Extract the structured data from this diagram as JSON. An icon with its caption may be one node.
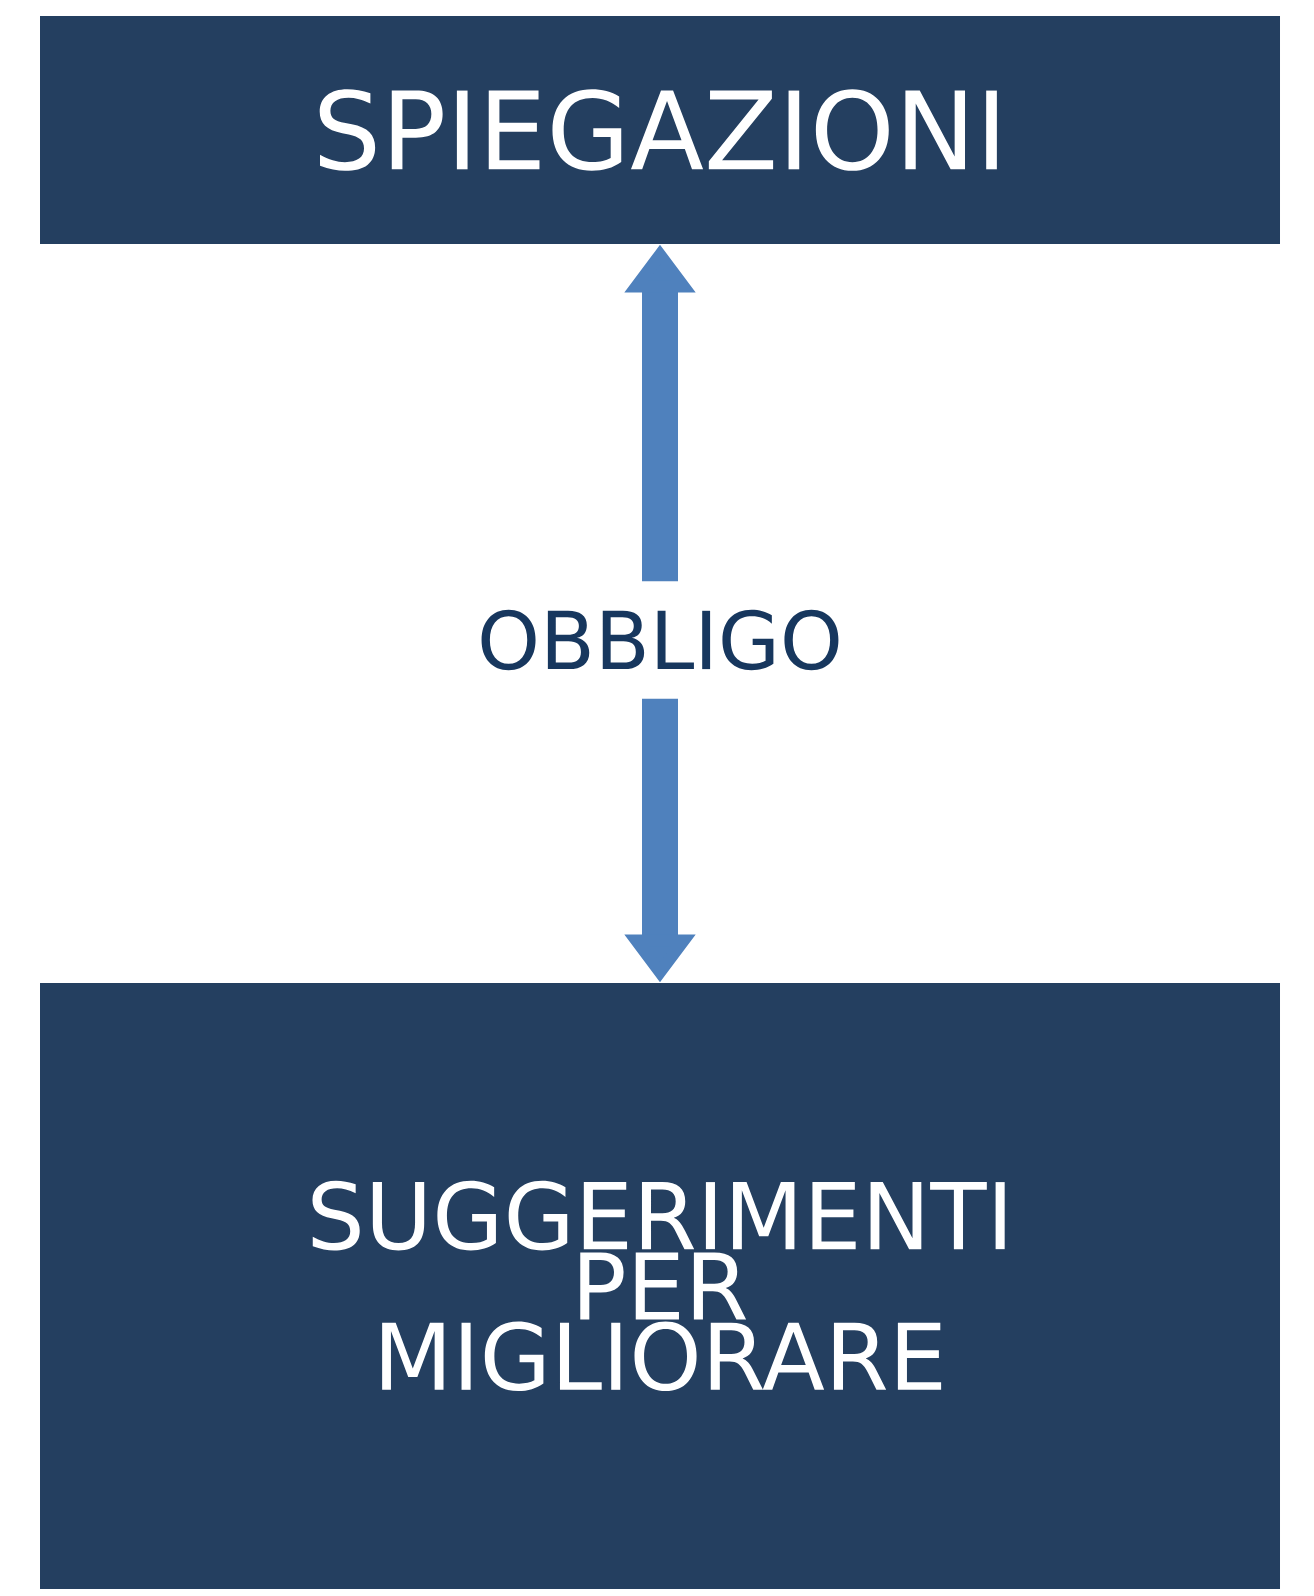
{
  "diagram": {
    "nodes": [
      {
        "text": [
          "SPIEGAZIONI"
        ]
      },
      {
        "text": [
          "OBBLIGO"
        ]
      },
      {
        "text": [
          "SUGGERIMENTI PER MIGLIORARE"
        ]
      }
    ],
    "edges": [
      {
        "from": 1,
        "to": 0,
        "arrow": "to"
      },
      {
        "from": 1,
        "to": 2,
        "arrow": "to"
      }
    ]
  }
}
